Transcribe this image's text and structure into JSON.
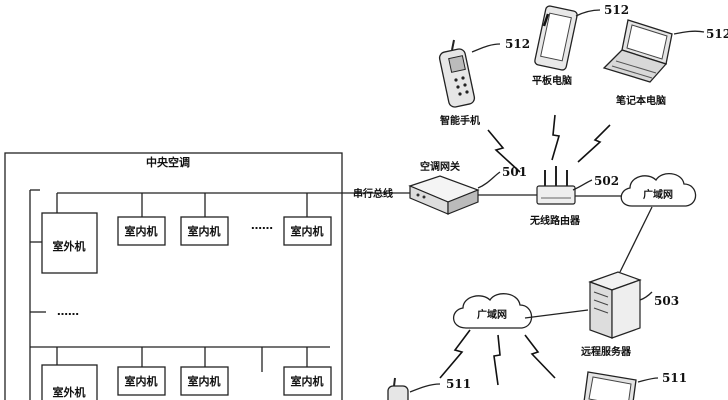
{
  "diagram": {
    "central_ac_title": "中央空调",
    "outdoor_unit": "室外机",
    "indoor_unit": "室内机",
    "dots_h": "……",
    "dots_v": "……",
    "serial_bus": "串行总线",
    "ac_gateway": "空调网关",
    "wireless_router": "无线路由器",
    "wan": "广域网",
    "remote_server": "远程服务器",
    "smartphone": "智能手机",
    "tablet": "平板电脑",
    "laptop": "笔记本电脑",
    "refs": {
      "gateway": "501",
      "router": "502",
      "server": "503",
      "top_devices": "512",
      "bottom_devices": "511"
    }
  }
}
